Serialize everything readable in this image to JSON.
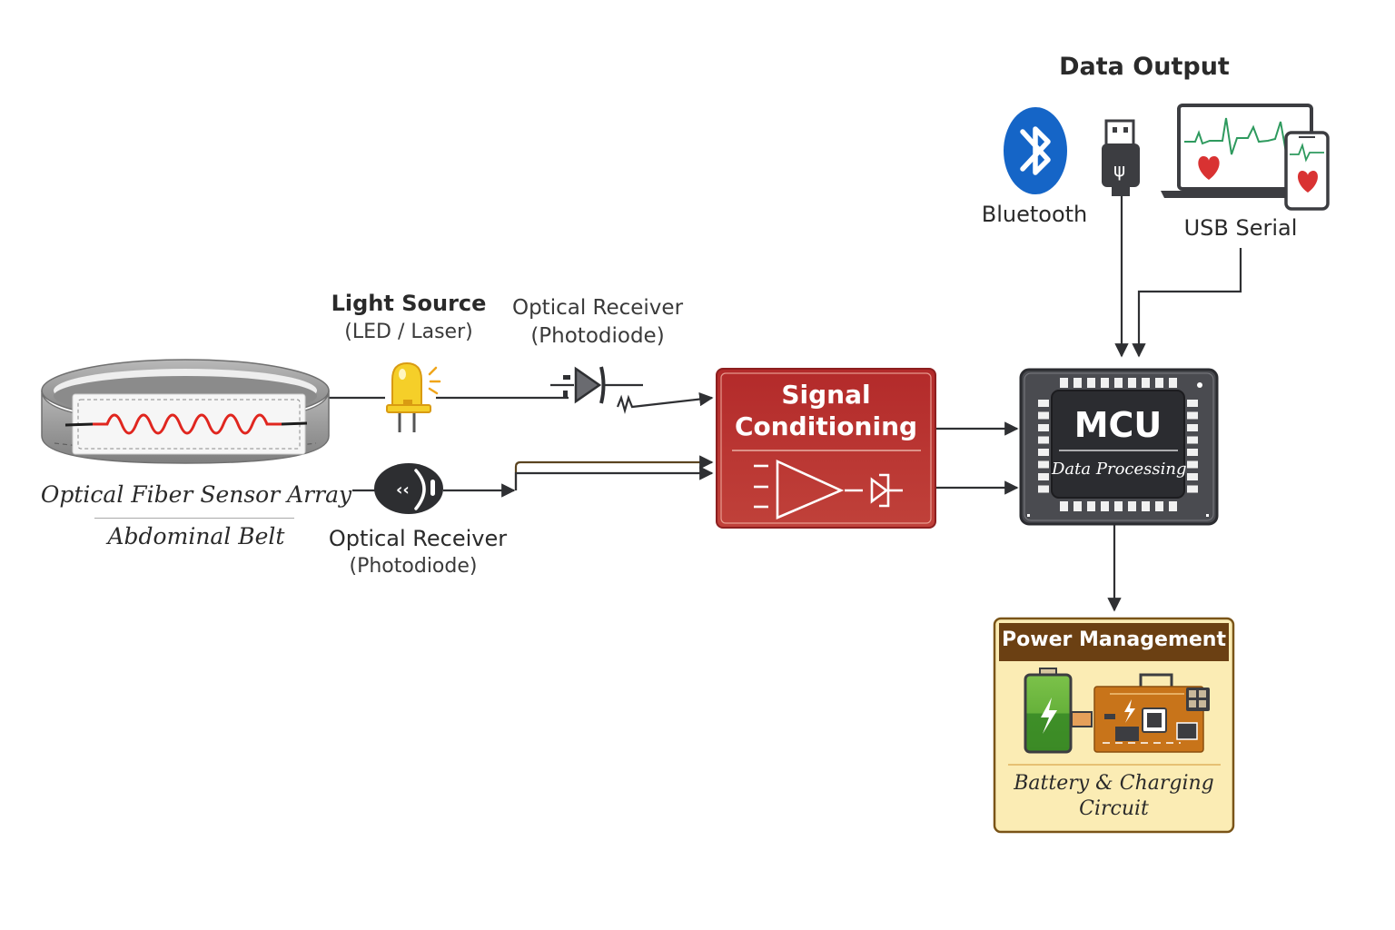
{
  "colors": {
    "line": "#2f3033",
    "signal_red": "#b8322f",
    "signal_red_light": "#f2b3a5",
    "mcu_dark": "#2b2c30",
    "mcu_body": "#4a4b50",
    "power_bg": "#fbecb4",
    "power_header": "#6b4013",
    "power_border": "#7a5418",
    "bluetooth_blue": "#1565c7",
    "ecg_green": "#2e9a5e",
    "heart_red": "#d93232",
    "led_yellow": "#f5cf29",
    "fiber_red": "#e0261f",
    "battery_green": "#5aa637",
    "pcb_orange": "#c8741a"
  },
  "sensor": {
    "title": "Optical Fiber Sensor Array",
    "subtitle": "Abdominal Belt",
    "icon": "abdominal-belt-icon"
  },
  "light_source": {
    "title": "Light Source",
    "subtitle": "(LED / Laser)",
    "icon": "led-icon"
  },
  "receiver_top": {
    "title": "Optical Receiver",
    "subtitle": "(Photodiode)",
    "icon": "photodiode-symbol-icon"
  },
  "receiver_bottom": {
    "title": "Optical Receiver",
    "subtitle": "(Photodiode)",
    "icon": "photodiode-lens-icon"
  },
  "signal_conditioning": {
    "line1": "Signal",
    "line2": "Conditioning",
    "icon": "amplifier-icon"
  },
  "mcu": {
    "title": "MCU",
    "subtitle": "Data Processing",
    "icon": "chip-icon"
  },
  "data_output": {
    "title": "Data Output",
    "bluetooth_label": "Bluetooth",
    "usb_label": "USB Serial",
    "icons": [
      "bluetooth-icon",
      "usb-plug-icon",
      "laptop-ecg-icon",
      "phone-ecg-icon"
    ]
  },
  "power": {
    "title": "Power Management",
    "line1": "Battery & Charging",
    "line2": "Circuit",
    "icons": [
      "battery-icon",
      "charging-board-icon"
    ]
  }
}
